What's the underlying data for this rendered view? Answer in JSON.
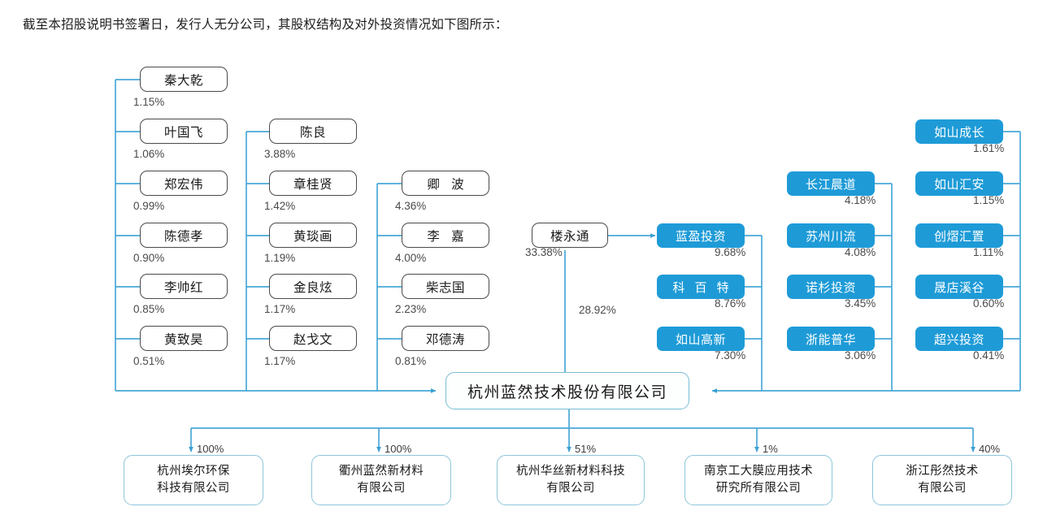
{
  "caption": "截至本招股说明书签署日，发行人无分公司，其股权结构及对外投资情况如下图所示：",
  "colors": {
    "institution_fill": "#1e9bd7",
    "person_border": "#4a4a4a",
    "wire": "#4aa8d8",
    "subsidiary_border": "#8ec5d9",
    "main_border": "#79bcd4"
  },
  "columns": [
    {
      "id": "col1",
      "kind": "person",
      "nodes": [
        {
          "name": "秦大乾",
          "pct": "1.15%"
        },
        {
          "name": "叶国飞",
          "pct": "1.06%"
        },
        {
          "name": "郑宏伟",
          "pct": "0.99%"
        },
        {
          "name": "陈德孝",
          "pct": "0.90%"
        },
        {
          "name": "李帅红",
          "pct": "0.85%"
        },
        {
          "name": "黄致昊",
          "pct": "0.51%"
        }
      ]
    },
    {
      "id": "col2",
      "kind": "person",
      "nodes": [
        {
          "name": "陈良",
          "pct": "3.88%"
        },
        {
          "name": "章桂贤",
          "pct": "1.42%"
        },
        {
          "name": "黄琰画",
          "pct": "1.19%"
        },
        {
          "name": "金良炫",
          "pct": "1.17%"
        },
        {
          "name": "赵戈文",
          "pct": "1.17%"
        }
      ]
    },
    {
      "id": "col3",
      "kind": "person",
      "nodes": [
        {
          "name": "卿 波",
          "pct": "4.36%"
        },
        {
          "name": "李 嘉",
          "pct": "4.00%"
        },
        {
          "name": "柴志国",
          "pct": "2.23%"
        },
        {
          "name": "邓德涛",
          "pct": "0.81%"
        }
      ]
    },
    {
      "id": "col4",
      "kind": "institution",
      "nodes": [
        {
          "name": "蓝盈投资",
          "pct": "9.68%"
        },
        {
          "name": "科 百 特",
          "pct": "8.76%"
        },
        {
          "name": "如山高新",
          "pct": "7.30%"
        }
      ]
    },
    {
      "id": "col5",
      "kind": "institution",
      "nodes": [
        {
          "name": "长江晨道",
          "pct": "4.18%"
        },
        {
          "name": "苏州川流",
          "pct": "4.08%"
        },
        {
          "name": "诺杉投资",
          "pct": "3.45%"
        },
        {
          "name": "浙能普华",
          "pct": "3.06%"
        }
      ]
    },
    {
      "id": "col6",
      "kind": "institution",
      "nodes": [
        {
          "name": "如山成长",
          "pct": "1.61%"
        },
        {
          "name": "如山汇安",
          "pct": "1.15%"
        },
        {
          "name": "创熠汇置",
          "pct": "1.11%"
        },
        {
          "name": "晟店溪谷",
          "pct": "0.60%"
        },
        {
          "name": "超兴投资",
          "pct": "0.41%"
        }
      ]
    }
  ],
  "controller": {
    "name": "楼永通",
    "pct_to_lanying": "33.38%",
    "pct_to_main": "28.92%"
  },
  "main_company": {
    "name": "杭州蓝然技术股份有限公司"
  },
  "subsidiaries": [
    {
      "line1": "杭州埃尔环保",
      "line2": "科技有限公司",
      "pct": "100%"
    },
    {
      "line1": "衢州蓝然新材料",
      "line2": "有限公司",
      "pct": "100%"
    },
    {
      "line1": "杭州华丝新材料科技",
      "line2": "有限公司",
      "pct": "51%"
    },
    {
      "line1": "南京工大膜应用技术",
      "line2": "研究所有限公司",
      "pct": "1%"
    },
    {
      "line1": "浙江彤然技术",
      "line2": "有限公司",
      "pct": "40%"
    }
  ]
}
